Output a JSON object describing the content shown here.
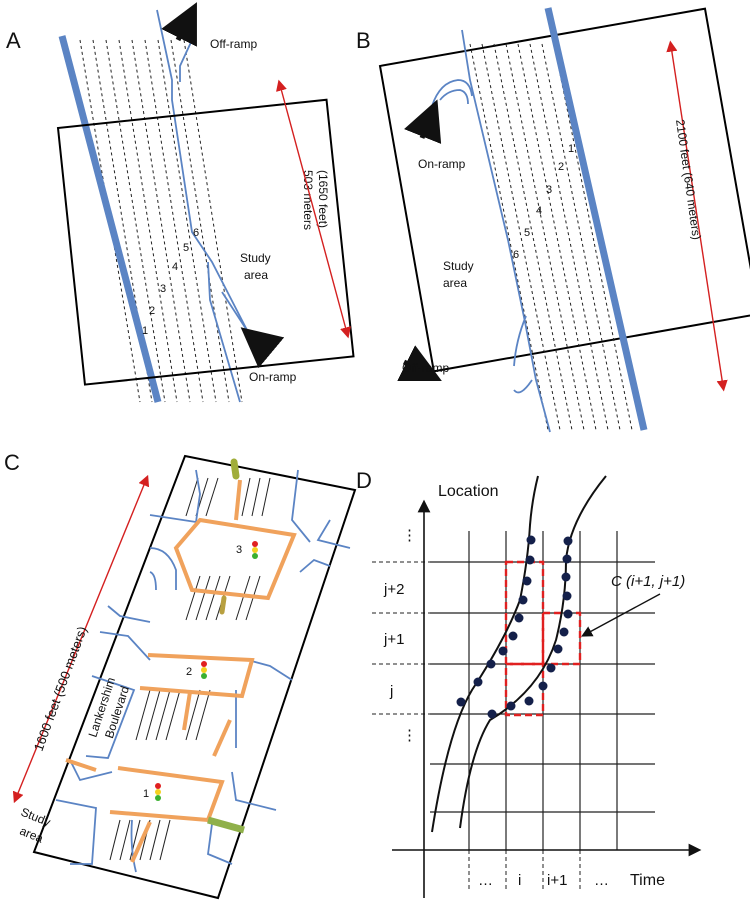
{
  "panels": {
    "a": "A",
    "b": "B",
    "c": "C",
    "d": "D"
  },
  "panel_a": {
    "off_ramp": "Off-ramp",
    "on_ramp": "On-ramp",
    "study_area": [
      "Study",
      "area"
    ],
    "length_label": [
      "503 meters",
      "(1650 feet)"
    ],
    "lane_numbers": [
      "1",
      "2",
      "3",
      "4",
      "5",
      "6"
    ]
  },
  "panel_b": {
    "on_ramp": "On-ramp",
    "off_ramp": "Off-ramp",
    "study_area": [
      "Study",
      "area"
    ],
    "length_label": "2100 feet (640 meters)",
    "lane_numbers": [
      "1",
      "2",
      "3",
      "4",
      "5",
      "6"
    ]
  },
  "panel_c": {
    "length_label": "1600 feet (500 meters)",
    "street": [
      "Lankershim",
      "Boulevard"
    ],
    "study_area": [
      "Study",
      "area"
    ],
    "intersections": [
      "1",
      "2",
      "3"
    ]
  },
  "panel_d": {
    "y_axis": "Location",
    "x_axis": "Time",
    "cell_label": "C (i+1, j+1)",
    "row_labels": [
      "⋮",
      "j+2",
      "j+1",
      "j",
      "⋮"
    ],
    "col_labels": [
      "…",
      "i",
      "i+1",
      "…"
    ]
  },
  "colors": {
    "road": "#5b84c4",
    "red": "#d42020",
    "orange": "#f0a25c",
    "trajectory_dot": "#14204a"
  }
}
